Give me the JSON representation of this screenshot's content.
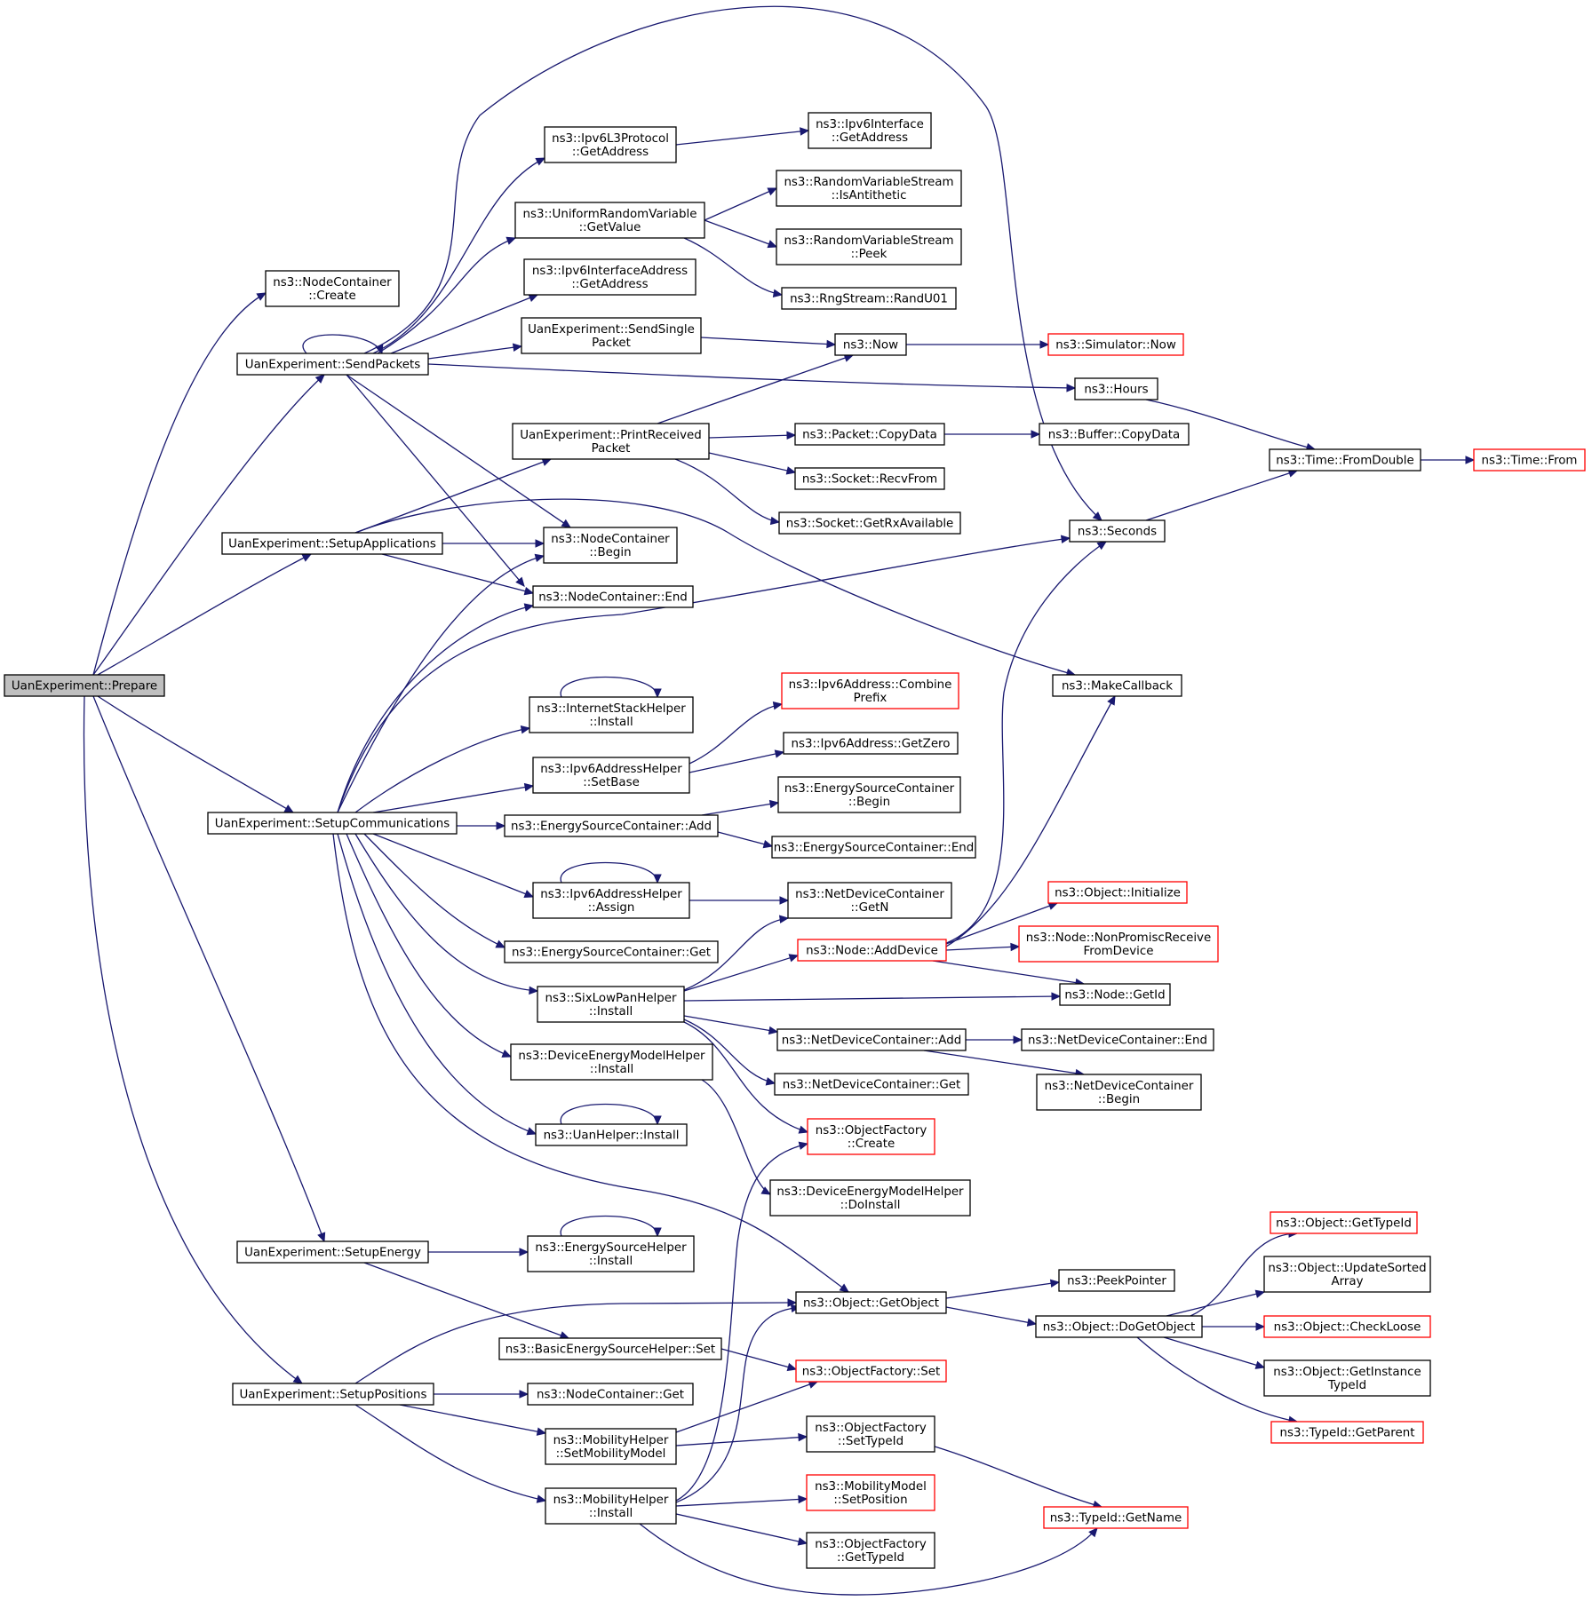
{
  "colors": {
    "edge": "#191970",
    "node_border": "#000000",
    "external_border": "#ff0000",
    "root_fill": "#bfbfbf",
    "background": "#ffffff"
  },
  "nodes": {
    "prepare": [
      "UanExperiment::Prepare"
    ],
    "nc_create": [
      "ns3::NodeContainer",
      "::Create"
    ],
    "sendpackets": [
      "UanExperiment::SendPackets"
    ],
    "setupapps": [
      "UanExperiment::SetupApplications"
    ],
    "setupcomm": [
      "UanExperiment::SetupCommunications"
    ],
    "setupenergy": [
      "UanExperiment::SetupEnergy"
    ],
    "setuppos": [
      "UanExperiment::SetupPositions"
    ],
    "ipv6l3": [
      "ns3::Ipv6L3Protocol",
      "::GetAddress"
    ],
    "ipv6if_get": [
      "ns3::Ipv6Interface",
      "::GetAddress"
    ],
    "urv": [
      "ns3::UniformRandomVariable",
      "::GetValue"
    ],
    "rvs_anti": [
      "ns3::RandomVariableStream",
      "::IsAntithetic"
    ],
    "rvs_peek": [
      "ns3::RandomVariableStream",
      "::Peek"
    ],
    "rng": [
      "ns3::RngStream::RandU01"
    ],
    "ipv6ifaddr": [
      "ns3::Ipv6InterfaceAddress",
      "::GetAddress"
    ],
    "sendsingle": [
      "UanExperiment::SendSingle",
      "Packet"
    ],
    "now": [
      "ns3::Now"
    ],
    "simnow": [
      "ns3::Simulator::Now"
    ],
    "hours": [
      "ns3::Hours"
    ],
    "printrecv": [
      "UanExperiment::PrintReceived",
      "Packet"
    ],
    "copydata": [
      "ns3::Packet::CopyData"
    ],
    "bufcopy": [
      "ns3::Buffer::CopyData"
    ],
    "recvfrom": [
      "ns3::Socket::RecvFrom"
    ],
    "rxavail": [
      "ns3::Socket::GetRxAvailable"
    ],
    "fromdouble": [
      "ns3::Time::FromDouble"
    ],
    "timefrom": [
      "ns3::Time::From"
    ],
    "nc_begin": [
      "ns3::NodeContainer",
      "::Begin"
    ],
    "nc_end": [
      "ns3::NodeContainer::End"
    ],
    "seconds": [
      "ns3::Seconds"
    ],
    "makecb": [
      "ns3::MakeCallback"
    ],
    "ish_install": [
      "ns3::InternetStackHelper",
      "::Install"
    ],
    "combine": [
      "ns3::Ipv6Address::Combine",
      "Prefix"
    ],
    "getzero": [
      "ns3::Ipv6Address::GetZero"
    ],
    "ipv6ah_setbase": [
      "ns3::Ipv6AddressHelper",
      "::SetBase"
    ],
    "esc_begin": [
      "ns3::EnergySourceContainer",
      "::Begin"
    ],
    "esc_add": [
      "ns3::EnergySourceContainer::Add"
    ],
    "esc_end": [
      "ns3::EnergySourceContainer::End"
    ],
    "ipv6ah_assign": [
      "ns3::Ipv6AddressHelper",
      "::Assign"
    ],
    "ndc_getn": [
      "ns3::NetDeviceContainer",
      "::GetN"
    ],
    "obj_init": [
      "ns3::Object::Initialize"
    ],
    "esc_get": [
      "ns3::EnergySourceContainer::Get"
    ],
    "adddevice": [
      "ns3::Node::AddDevice"
    ],
    "nonpromisc": [
      "ns3::Node::NonPromiscReceive",
      "FromDevice"
    ],
    "sixlowpan": [
      "ns3::SixLowPanHelper",
      "::Install"
    ],
    "getid": [
      "ns3::Node::GetId"
    ],
    "ndc_add": [
      "ns3::NetDeviceContainer::Add"
    ],
    "ndc_end": [
      "ns3::NetDeviceContainer::End"
    ],
    "demh_install": [
      "ns3::DeviceEnergyModelHelper",
      "::Install"
    ],
    "ndc_get": [
      "ns3::NetDeviceContainer::Get"
    ],
    "ndc_begin": [
      "ns3::NetDeviceContainer",
      "::Begin"
    ],
    "uan_install": [
      "ns3::UanHelper::Install"
    ],
    "of_create": [
      "ns3::ObjectFactory",
      "::Create"
    ],
    "demh_doinstall": [
      "ns3::DeviceEnergyModelHelper",
      "::DoInstall"
    ],
    "esh_install": [
      "ns3::EnergySourceHelper",
      "::Install"
    ],
    "obj_gettypeid": [
      "ns3::Object::GetTypeId"
    ],
    "obj_updsorted": [
      "ns3::Object::UpdateSorted",
      "Array"
    ],
    "peekptr": [
      "ns3::PeekPointer"
    ],
    "getobject": [
      "ns3::Object::GetObject"
    ],
    "dogetobject": [
      "ns3::Object::DoGetObject"
    ],
    "checkloose": [
      "ns3::Object::CheckLoose"
    ],
    "besh_set": [
      "ns3::BasicEnergySourceHelper::Set"
    ],
    "of_set": [
      "ns3::ObjectFactory::Set"
    ],
    "getinsttypeid": [
      "ns3::Object::GetInstance",
      "TypeId"
    ],
    "nc_get": [
      "ns3::NodeContainer::Get"
    ],
    "typeid_parent": [
      "ns3::TypeId::GetParent"
    ],
    "mh_setmob": [
      "ns3::MobilityHelper",
      "::SetMobilityModel"
    ],
    "of_settypeid": [
      "ns3::ObjectFactory",
      "::SetTypeId"
    ],
    "mm_setpos": [
      "ns3::MobilityModel",
      "::SetPosition"
    ],
    "mh_install": [
      "ns3::MobilityHelper",
      "::Install"
    ],
    "typeid_getname": [
      "ns3::TypeId::GetName"
    ],
    "of_gettypeid": [
      "ns3::ObjectFactory",
      "::GetTypeId"
    ]
  }
}
